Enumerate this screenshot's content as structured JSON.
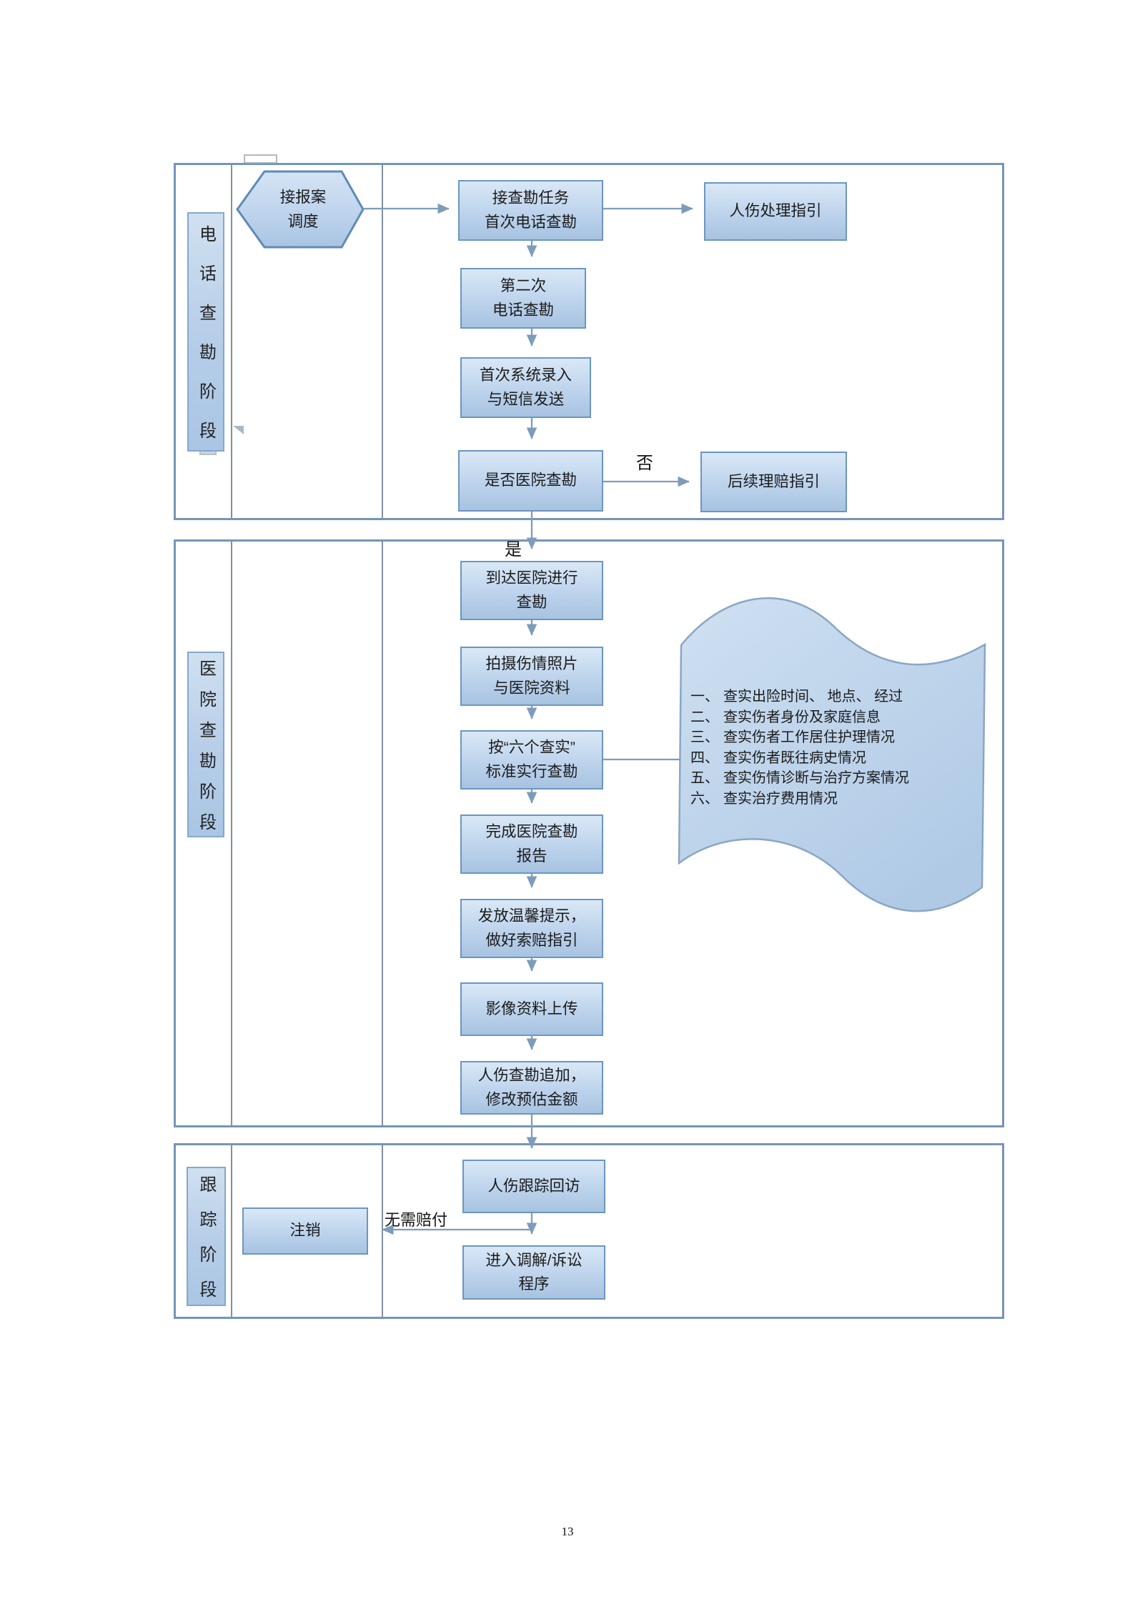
{
  "page": {
    "number": "13"
  },
  "palette": {
    "box_border": "#6b96c1",
    "box_fill_top": "#d9e8f6",
    "box_fill_bottom": "#a7c3e1",
    "section_border": "#7595b8",
    "divider_line": "#818f9d",
    "connector": "#7e9cba",
    "wave_fill": "#bdd4ea",
    "text": "#1b1b1b"
  },
  "sections": [
    {
      "label": "电话查勘阶段"
    },
    {
      "label": "医院查勘阶段"
    },
    {
      "label": "跟踪阶段"
    }
  ],
  "nodes": {
    "start": {
      "lines": [
        "接报案",
        "调度"
      ]
    },
    "task": {
      "lines": [
        "接查勘任务",
        "首次电话查勘"
      ]
    },
    "injury": {
      "lines": [
        "人伤处理指引"
      ]
    },
    "second": {
      "lines": [
        "第二次",
        "电话查勘"
      ]
    },
    "system": {
      "lines": [
        "首次系统录入",
        "与短信发送"
      ]
    },
    "decide": {
      "lines": [
        "是否医院查勘"
      ]
    },
    "follow": {
      "lines": [
        "后续理赔指引"
      ]
    },
    "arrive": {
      "lines": [
        "到达医院进行",
        "查勘"
      ]
    },
    "photos": {
      "lines": [
        "拍摄伤情照片",
        "与医院资料"
      ]
    },
    "six": {
      "lines": [
        "按“六个查实”",
        "标准实行查勘"
      ]
    },
    "report": {
      "lines": [
        "完成医院查勘",
        "报告"
      ]
    },
    "tips": {
      "lines": [
        "发放温馨提示，",
        "做好索赔指引"
      ]
    },
    "upload": {
      "lines": [
        "影像资料上传"
      ]
    },
    "add": {
      "lines": [
        "人伤查勘追加，",
        "修改预估金额"
      ]
    },
    "visit": {
      "lines": [
        "人伤跟踪回访"
      ]
    },
    "cancel": {
      "lines": [
        "注销"
      ]
    },
    "mediation": {
      "lines": [
        "进入调解/诉讼",
        "程序"
      ]
    }
  },
  "edge_labels": {
    "no": "否",
    "yes": "是",
    "no_compensation": "无需赔付"
  },
  "wave_note": {
    "items": [
      {
        "num": "一、",
        "text": "查实出险时间、 地点、 经过"
      },
      {
        "num": "二、",
        "text": "查实伤者身份及家庭信息"
      },
      {
        "num": "三、",
        "text": "查实伤者工作居住护理情况"
      },
      {
        "num": "四、",
        "text": "查实伤者既往病史情况"
      },
      {
        "num": "五、",
        "text": "查实伤情诊断与治疗方案情况"
      },
      {
        "num": "六、",
        "text": "查实治疗费用情况"
      }
    ]
  }
}
